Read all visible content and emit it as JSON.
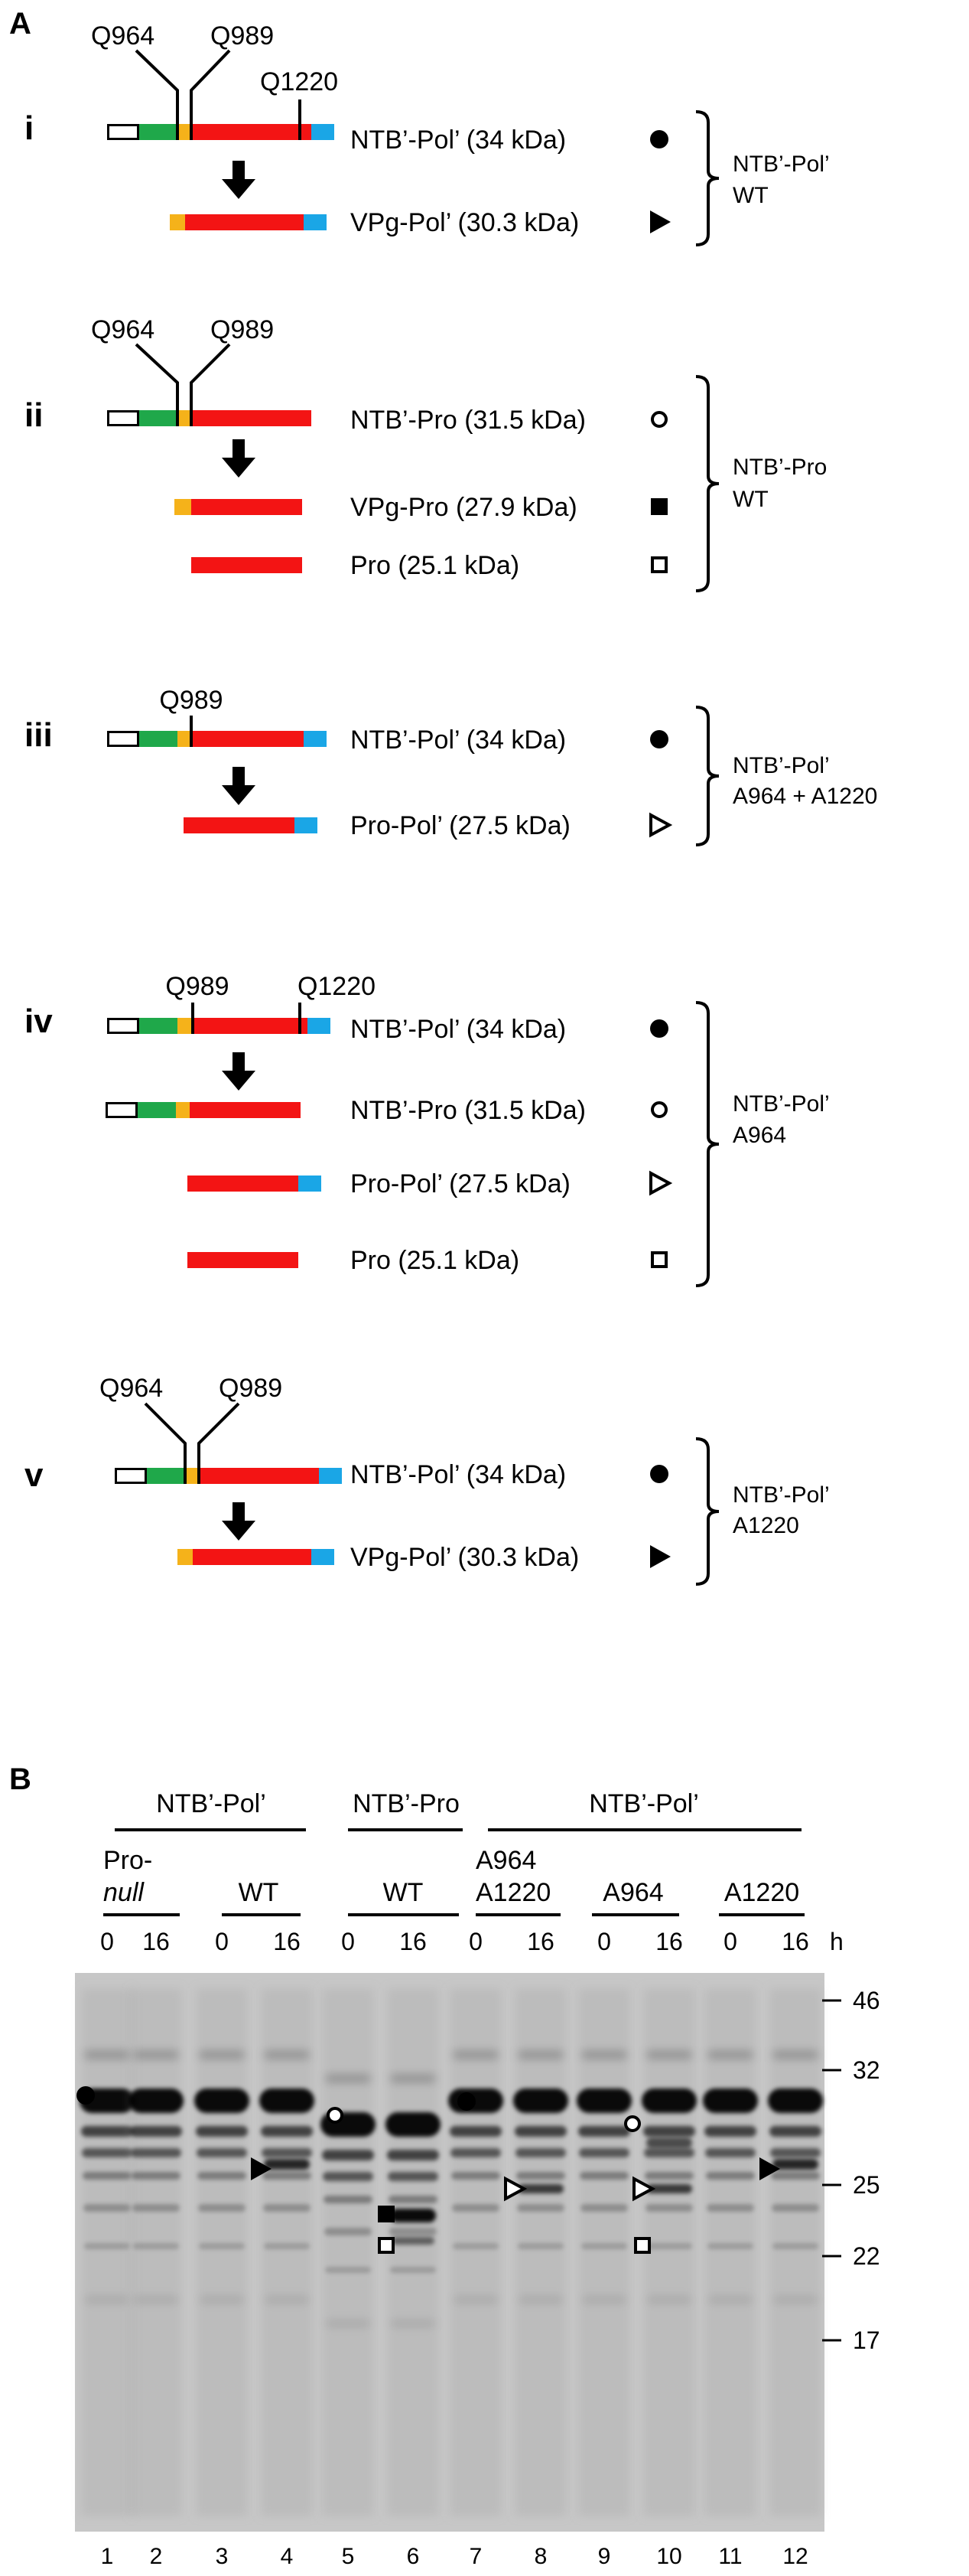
{
  "panel_a": {
    "label": "A",
    "constructs": [
      {
        "roman": "i",
        "sites": [
          "Q964",
          "Q989",
          "Q1220"
        ],
        "products": [
          {
            "text": "NTB’-Pol’ (34 kDa)",
            "symbol": "filled-circle"
          },
          {
            "text": "VPg-Pol’ (30.3 kDa)",
            "symbol": "filled-triangle"
          }
        ],
        "group_label": [
          "NTB’-Pol’",
          "WT"
        ]
      },
      {
        "roman": "ii",
        "sites": [
          "Q964",
          "Q989"
        ],
        "products": [
          {
            "text": "NTB’-Pro (31.5 kDa)",
            "symbol": "open-circle"
          },
          {
            "text": "VPg-Pro (27.9 kDa)",
            "symbol": "filled-square"
          },
          {
            "text": "Pro (25.1 kDa)",
            "symbol": "open-square"
          }
        ],
        "group_label": [
          "NTB’-Pro",
          "WT"
        ]
      },
      {
        "roman": "iii",
        "sites": [
          "Q989"
        ],
        "products": [
          {
            "text": "NTB’-Pol’ (34 kDa)",
            "symbol": "filled-circle"
          },
          {
            "text": "Pro-Pol’ (27.5 kDa)",
            "symbol": "open-triangle"
          }
        ],
        "group_label": [
          "NTB’-Pol’",
          "A964 + A1220"
        ]
      },
      {
        "roman": "iv",
        "sites": [
          "Q989",
          "Q1220"
        ],
        "products": [
          {
            "text": "NTB’-Pol’ (34 kDa)",
            "symbol": "filled-circle"
          },
          {
            "text": "NTB’-Pro (31.5 kDa)",
            "symbol": "open-circle"
          },
          {
            "text": "Pro-Pol’ (27.5 kDa)",
            "symbol": "open-triangle"
          },
          {
            "text": "Pro (25.1 kDa)",
            "symbol": "open-square"
          }
        ],
        "group_label": [
          "NTB’-Pol’",
          "A964"
        ]
      },
      {
        "roman": "v",
        "sites": [
          "Q964",
          "Q989"
        ],
        "products": [
          {
            "text": "NTB’-Pol’ (34 kDa)",
            "symbol": "filled-circle"
          },
          {
            "text": "VPg-Pol’ (30.3 kDa)",
            "symbol": "filled-triangle"
          }
        ],
        "group_label": [
          "NTB’-Pol’",
          "A1220"
        ]
      }
    ]
  },
  "panel_b": {
    "label": "B",
    "top_groups": [
      "NTB’-Pol’",
      "NTB’-Pro",
      "NTB’-Pol’"
    ],
    "sub_groups": [
      {
        "lines": [
          "Pro-",
          "null"
        ]
      },
      {
        "lines": [
          "WT"
        ]
      },
      {
        "lines": [
          "WT"
        ]
      },
      {
        "lines": [
          "A964",
          "A1220"
        ]
      },
      {
        "lines": [
          "A964"
        ]
      },
      {
        "lines": [
          "A1220"
        ]
      }
    ],
    "timepoints": [
      "0",
      "16",
      "0",
      "16",
      "0",
      "16",
      "0",
      "16",
      "0",
      "16",
      "0",
      "16"
    ],
    "time_unit": "h",
    "markers": [
      "46",
      "32",
      "25",
      "22",
      "17"
    ],
    "lanes": [
      "1",
      "2",
      "3",
      "4",
      "5",
      "6",
      "7",
      "8",
      "9",
      "10",
      "11",
      "12"
    ]
  },
  "colors": {
    "ntb_open": "#ffffff",
    "ntb_green": "#1fa84a",
    "vpg_orange": "#f5b21a",
    "pro_red": "#f31414",
    "pol_blue": "#1aa6e6"
  }
}
